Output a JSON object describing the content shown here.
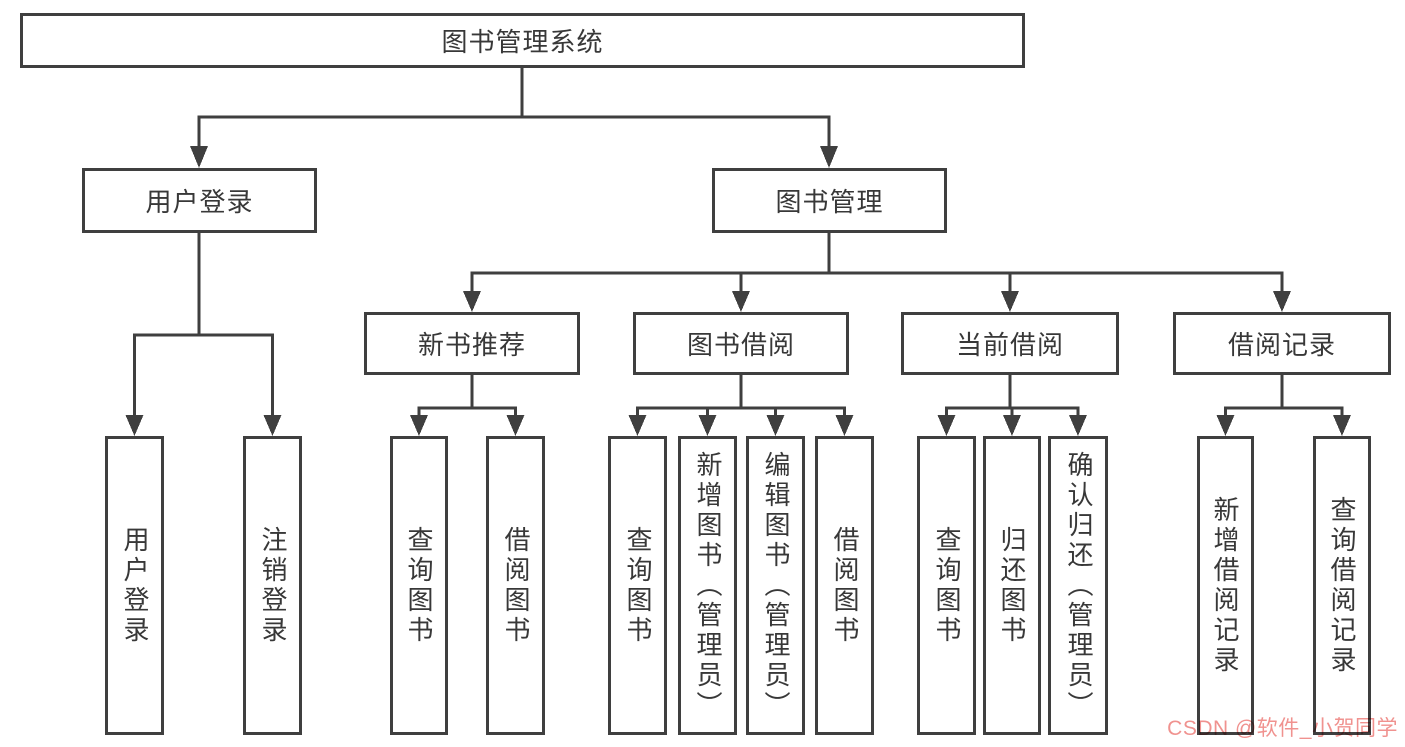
{
  "tree": {
    "root": {
      "label": "图书管理系统"
    },
    "branches": [
      {
        "label": "用户登录",
        "children": [
          {
            "label": "用户登录"
          },
          {
            "label": "注销登录"
          }
        ]
      },
      {
        "label": "图书管理",
        "children": [
          {
            "label": "新书推荐",
            "children": [
              {
                "label": "查询图书"
              },
              {
                "label": "借阅图书"
              }
            ]
          },
          {
            "label": "图书借阅",
            "children": [
              {
                "label": "查询图书"
              },
              {
                "label": "新增图书（管理员）"
              },
              {
                "label": "编辑图书（管理员）"
              },
              {
                "label": "借阅图书"
              }
            ]
          },
          {
            "label": "当前借阅",
            "children": [
              {
                "label": "查询图书"
              },
              {
                "label": "归还图书"
              },
              {
                "label": "确认归还（管理员）"
              }
            ]
          },
          {
            "label": "借阅记录",
            "children": [
              {
                "label": "新增借阅记录"
              },
              {
                "label": "查询借阅记录"
              }
            ]
          }
        ]
      }
    ]
  },
  "watermark": {
    "text": "CSDN @软件_小贺同学"
  },
  "colors": {
    "line": "#3f3f3f",
    "text": "#383838",
    "background": "#ffffff",
    "watermark": "#f0928f"
  }
}
